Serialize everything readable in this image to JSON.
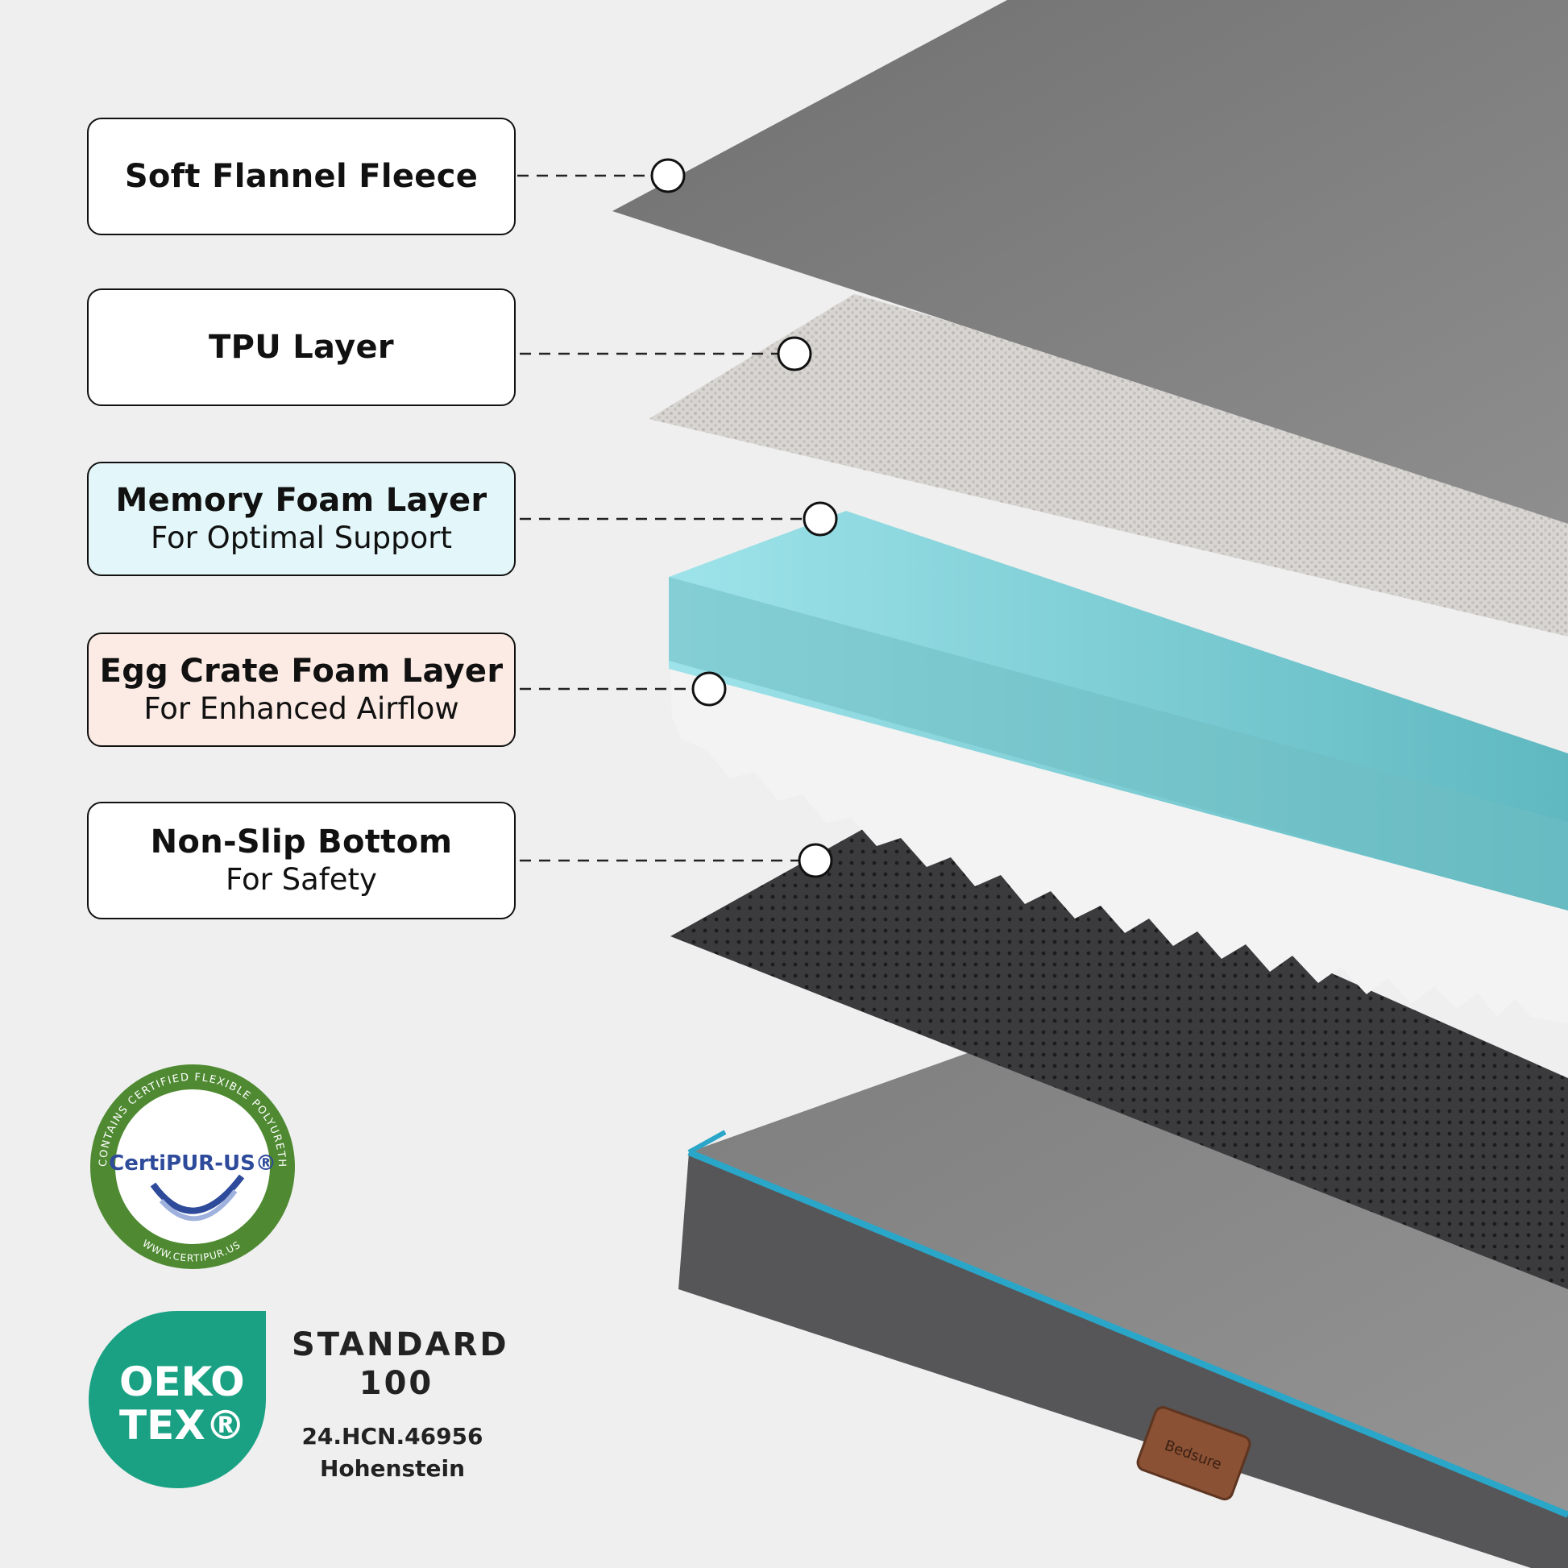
{
  "layers": [
    {
      "title": "Soft Flannel Fleece",
      "subtitle": "",
      "bg": "#ffffff"
    },
    {
      "title": "TPU Layer",
      "subtitle": "",
      "bg": "#ffffff"
    },
    {
      "title": "Memory Foam Layer",
      "subtitle": "For Optimal Support",
      "bg": "#e3f6f9"
    },
    {
      "title": "Egg Crate Foam Layer",
      "subtitle": "For Enhanced Airflow",
      "bg": "#fcebe4"
    },
    {
      "title": "Non-Slip Bottom",
      "subtitle": "For Safety",
      "bg": "#ffffff"
    }
  ],
  "certipur": {
    "ring_text": "CONTAINS CERTIFIED FLEXIBLE POLYURETHANE FOAM",
    "logo_text": "CertiPUR-US®",
    "url_text": "WWW.CERTIPUR.US",
    "ring_color": "#4f8a32"
  },
  "oeko": {
    "line1": "OEKO",
    "line2": "TEX®",
    "standard": "STANDARD",
    "number": "100",
    "code": "24.HCN.46956",
    "institute": "Hohenstein",
    "color": "#1aa184"
  },
  "brand_tag": "Bedsure",
  "colors": {
    "fleece": "#7d7d7d",
    "tpu": "#d9d7d3",
    "memory_foam": "#7cc7cc",
    "egg_crate": "#f4f4f4",
    "non_slip": "#3d3d3f",
    "cover_top": "#8a8a8a",
    "cover_side": "#5a5a5c",
    "piping": "#2aa6c9",
    "tag": "#8a5134"
  }
}
